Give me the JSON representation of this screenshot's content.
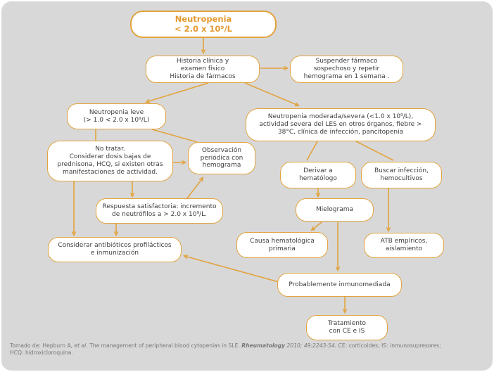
{
  "palette": {
    "panel_bg": "#d8d8d8",
    "box_border": "#e2a33d",
    "box_fill": "#ffffff",
    "title_text": "#e49a31",
    "body_text": "#3d3d3d",
    "arrow": "#e2a33d",
    "footer_text": "#767676"
  },
  "nodes": {
    "start": {
      "text": "Neutropenia\n< 2.0 x 10⁹/L"
    },
    "history": {
      "text": "Historia clínica y\nexamen físico\nHistoria de fármacos"
    },
    "suspend": {
      "text": "Suspender fármaco\nsospechoso y repetir\nhemograma en 1 semana ."
    },
    "mild": {
      "text": "Neutropenia leve\n(> 1.0 < 2.0 x 10⁹/L)"
    },
    "moderate": {
      "text": "Neutropenia moderada/severa (<1.0 x 10⁹/L),\nactividad severa del LES  en otros órganos, fiebre >\n38°C, clínica de infección, pancitopenia"
    },
    "no_treat": {
      "text": "No tratar.\nConsiderar dosis bajas de\nprednisona, HCQ, si existen otras\nmanifestaciones de actividad."
    },
    "observe": {
      "text": "Observación\nperiódica con\nhemograma"
    },
    "refer": {
      "text": "Derivar a\nhematólogo"
    },
    "infection": {
      "text": "Buscar infección,\nhemocultivos"
    },
    "response": {
      "text": "Respuesta satisfactoria: incremento\nde neutrófilos a > 2.0 x 10⁹/L."
    },
    "myelogram": {
      "text": "Mielograma"
    },
    "hematologic": {
      "text": "Causa hematológica\nprimaria"
    },
    "atb": {
      "text": "ATB empíricos,\naislamiento"
    },
    "prophylaxis": {
      "text": "Considerar antibióticos profilácticos\ne inmunización"
    },
    "immune": {
      "text": "Probablemente inmunomediada"
    },
    "treatment": {
      "text": "Tratamiento\ncon CE e IS"
    }
  },
  "edges": [
    {
      "from": "start",
      "to": "history"
    },
    {
      "from": "history",
      "to": "suspend"
    },
    {
      "from": "history",
      "to": "mild"
    },
    {
      "from": "history",
      "to": "moderate"
    },
    {
      "from": "mild",
      "to": "no_treat"
    },
    {
      "from": "mild",
      "to": "observe"
    },
    {
      "from": "no_treat",
      "to": "observe"
    },
    {
      "from": "no_treat",
      "to": "response"
    },
    {
      "from": "no_treat",
      "to": "prophylaxis"
    },
    {
      "from": "response",
      "to": "observe"
    },
    {
      "from": "response",
      "to": "prophylaxis"
    },
    {
      "from": "moderate",
      "to": "refer"
    },
    {
      "from": "moderate",
      "to": "infection"
    },
    {
      "from": "refer",
      "to": "myelogram"
    },
    {
      "from": "myelogram",
      "to": "hematologic"
    },
    {
      "from": "myelogram",
      "to": "immune"
    },
    {
      "from": "infection",
      "to": "atb"
    },
    {
      "from": "immune",
      "to": "prophylaxis"
    },
    {
      "from": "immune",
      "to": "treatment"
    }
  ],
  "footer": {
    "part1": "Tomado de: Hepburn A, ",
    "part2": "et al.",
    "part3": " The management of peripheral blood cytopenias in SLE. ",
    "part4": "Rheumatology",
    "part5": " 2010; 49:2243-54.",
    "part6": " CE: corticoides; IS: inmunosupresores;",
    "line2": "HCQ: hidroxicloroquina."
  }
}
